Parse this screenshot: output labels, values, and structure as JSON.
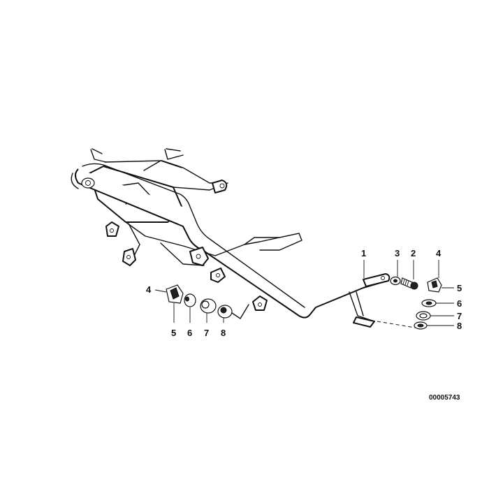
{
  "callouts": {
    "c1": "1",
    "c2": "2",
    "c3": "3",
    "c4_right": "4",
    "c5_right": "5",
    "c6_right": "6",
    "c7_right": "7",
    "c8_right": "8",
    "c4_left": "4",
    "c5_left": "5",
    "c6_left": "6",
    "c7_left": "7",
    "c8_left": "8"
  },
  "document_number": "00005743"
}
